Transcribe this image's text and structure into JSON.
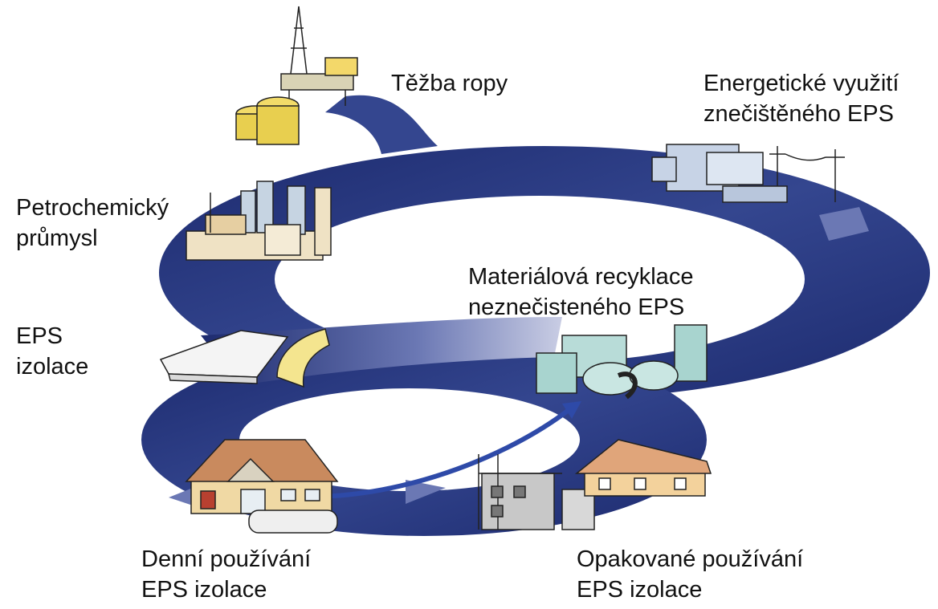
{
  "diagram": {
    "colors": {
      "band_dark": "#1c2a6e",
      "band_mid": "#34468f",
      "band_light": "#6b78b4",
      "background": "#ffffff"
    },
    "stages": [
      {
        "id": "oil-extraction",
        "icon": "oil-rig-icon",
        "lines": [
          "Těžba ropy"
        ]
      },
      {
        "id": "energy-recovery",
        "icon": "power-plant-icon",
        "lines": [
          "Energetické využití",
          "znečištěného EPS"
        ]
      },
      {
        "id": "petrochemical",
        "icon": "refinery-icon",
        "lines": [
          "Petrochemický",
          "průmysl"
        ]
      },
      {
        "id": "material-recycling",
        "icon": "recycling-machine-icon",
        "lines": [
          "Materiálová recyklace",
          "neznečisteného EPS"
        ]
      },
      {
        "id": "eps-insulation",
        "icon": "eps-board-icon",
        "lines": [
          "EPS",
          "izolace"
        ]
      },
      {
        "id": "daily-use",
        "icon": "house-icon",
        "lines": [
          "Denní používání",
          "EPS izolace"
        ]
      },
      {
        "id": "reuse",
        "icon": "construction-site-icon",
        "lines": [
          "Opakované používání",
          "EPS izolace"
        ]
      }
    ]
  }
}
